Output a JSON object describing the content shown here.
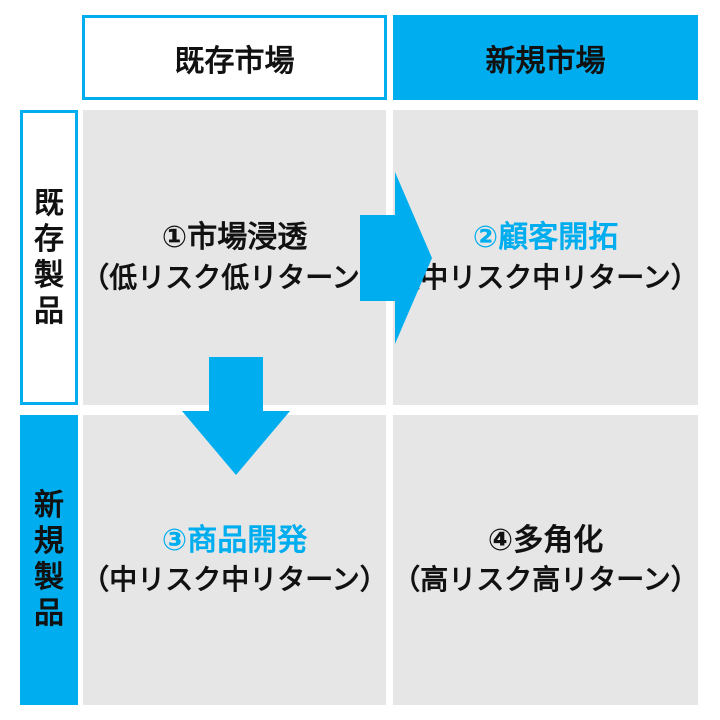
{
  "columns": {
    "existing_market": "既存市場",
    "new_market": "新規市場"
  },
  "rows": {
    "existing_product": [
      "既",
      "存",
      "製",
      "品"
    ],
    "new_product": [
      "新",
      "規",
      "製",
      "品"
    ]
  },
  "quadrants": {
    "q1": {
      "title": "①市場浸透",
      "subtitle": "（低リスク低リターン）"
    },
    "q2": {
      "title": "②顧客開拓",
      "subtitle": "（中リスク中リターン）"
    },
    "q3": {
      "title": "③商品開発",
      "subtitle": "（中リスク中リターン）"
    },
    "q4": {
      "title": "④多角化",
      "subtitle": "（高リスク高リターン）"
    }
  },
  "colors": {
    "accent": "#00aeef",
    "cell_bg": "#e6e6e6",
    "text": "#111111"
  }
}
